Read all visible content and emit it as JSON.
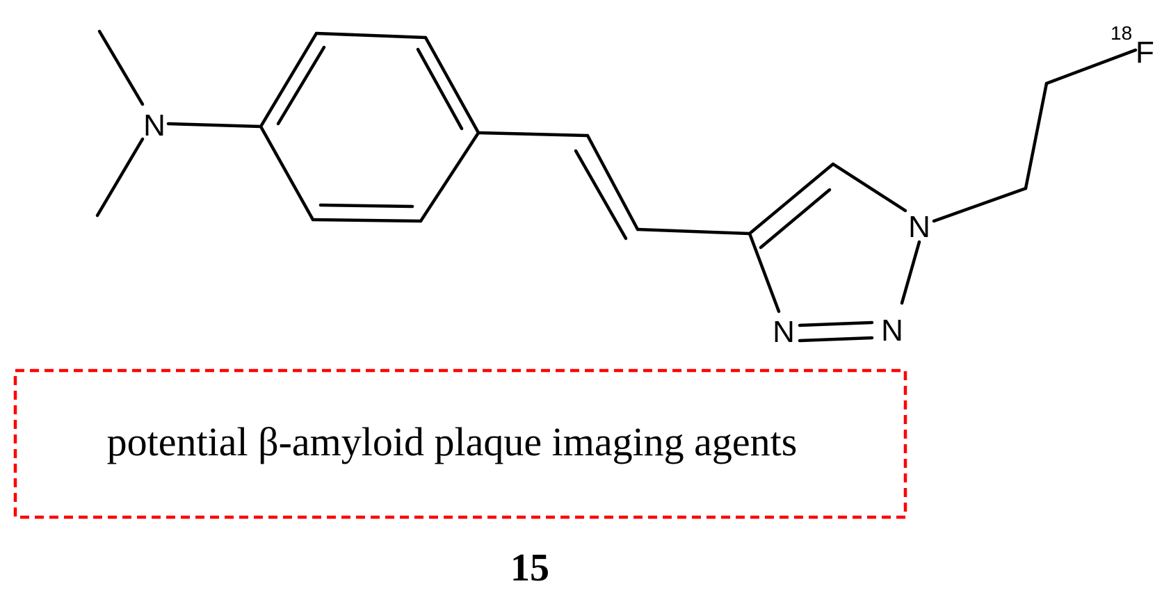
{
  "molecule": {
    "atoms": {
      "amine_n": "N",
      "triazole_n1": "N",
      "triazole_n2": "N",
      "triazole_n3": "N",
      "fluorine_isotope": "18",
      "fluorine": "F"
    }
  },
  "annotation": {
    "text": "potential β-amyloid plaque imaging agents",
    "border_color": "#ff0000"
  },
  "compound_number": "15"
}
